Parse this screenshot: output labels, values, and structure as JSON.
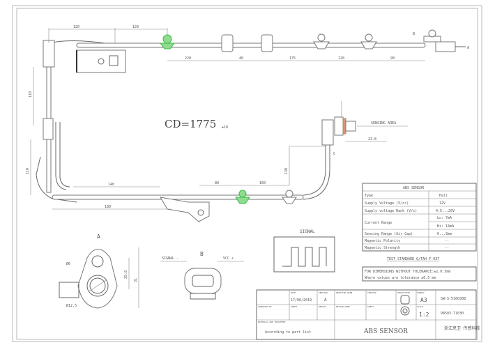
{
  "drawing": {
    "cd_label": "CD=1775",
    "cd_tol": "±10",
    "top_dims": [
      "120",
      "120",
      "220",
      "40",
      "175",
      "120",
      "90"
    ],
    "left_dims": [
      "110",
      "110"
    ],
    "bottom_dims": [
      "140",
      "180",
      "80",
      "160",
      "130"
    ],
    "sensor": {
      "sensing_area": "SENSING AREA",
      "dim": "23.8"
    },
    "labels": {
      "a": "A",
      "b": "B",
      "c": "C"
    }
  },
  "detail_a": {
    "title": "A",
    "dims": [
      "Ø6",
      "Ø12.5",
      "25.8",
      "31"
    ]
  },
  "detail_b": {
    "title": "B",
    "left_pin": "SIGNAL -",
    "right_pin": "VCC +"
  },
  "signal": {
    "title": "SIGNAL"
  },
  "spec_table": {
    "title": "ABS SENSOR",
    "rows": [
      {
        "label": "Type",
        "value": "Hall"
      },
      {
        "label": "Supply Voltage (V/cc)",
        "value": "12V"
      },
      {
        "label": "Supply voltage Rank (V/c)",
        "value": "4.5...20V"
      },
      {
        "label": "Current Range",
        "value": "Lo: 7mA",
        "value2": "Hi: 14mA"
      },
      {
        "label": "Sensing Range (Air Gap)",
        "value": "0...3mm"
      },
      {
        "label": "Magnetic Polarity",
        "value": "--"
      },
      {
        "label": "Magnetic Strength",
        "value": "--"
      }
    ],
    "test_standard": "TEST STANDARD Q/TAH F-037",
    "note_1": "FOR DIMENSIONS WITHOUT TOLERANCE:±1.0.5mm",
    "note_2": "Where values are tolerance ±0.5 mm"
  },
  "title_block": {
    "date_label": "DATE",
    "date": "17/06/2019",
    "version_label": "VERSION",
    "version": "A",
    "drafted_label": "DRAFTING NAME",
    "checked_label": "CHECKED",
    "projection_label": "PROJECTION",
    "format_label": "FORMAT",
    "format": "A3",
    "scale_label": "SCALE",
    "scale": "1:2",
    "approved_label": "APPROVED BY",
    "weight_label": "WEIGHT",
    "design_label": "DESIGN NAME",
    "sheet_label": "SHEET",
    "material_label": "MATERIAL AND TREATMENT",
    "material": "According to part list",
    "title": "ABS SENSOR",
    "part_no": "SW-S-5160308",
    "ref_no": "98503-T1030",
    "company": "浙江思卫 传感科技"
  }
}
